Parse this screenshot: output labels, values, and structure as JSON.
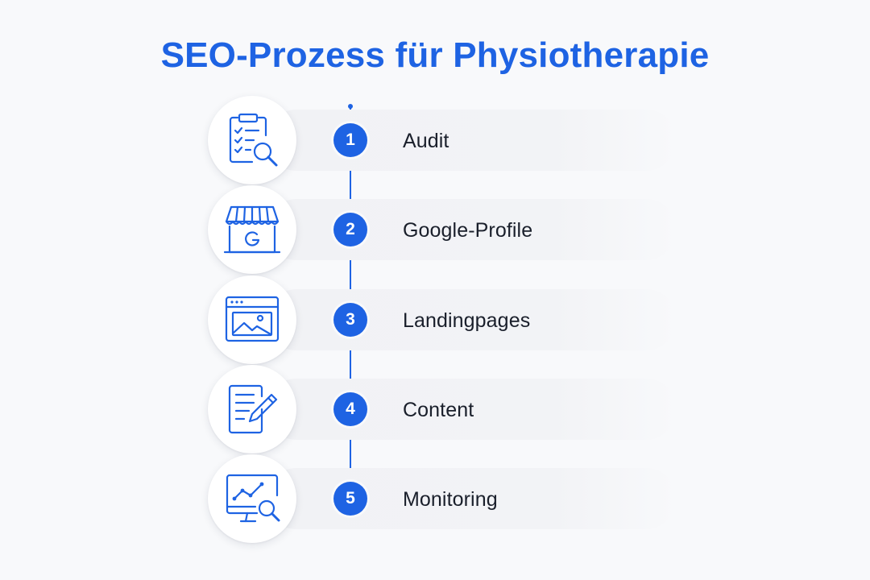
{
  "title": "SEO-Prozess für Physiotherapie",
  "accent_color": "#1e63e3",
  "steps": [
    {
      "number": "1",
      "label": "Audit",
      "icon": "clipboard-checklist-magnifier-icon"
    },
    {
      "number": "2",
      "label": "Google-Profile",
      "icon": "storefront-google-icon"
    },
    {
      "number": "3",
      "label": "Landingpages",
      "icon": "browser-window-image-icon"
    },
    {
      "number": "4",
      "label": "Content",
      "icon": "document-pencil-icon"
    },
    {
      "number": "5",
      "label": "Monitoring",
      "icon": "monitor-chart-magnifier-icon"
    }
  ]
}
